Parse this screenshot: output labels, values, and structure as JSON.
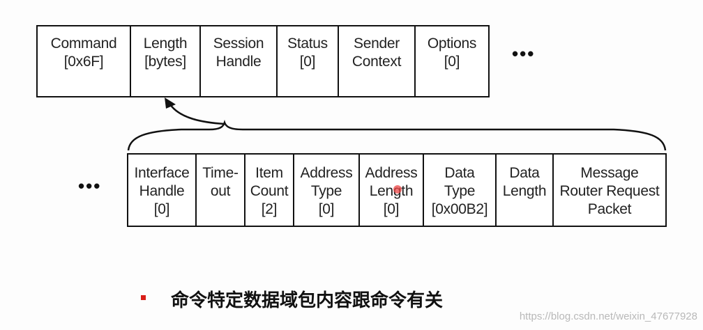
{
  "header_row": {
    "cells": [
      {
        "label": "Command\n[0x6F]"
      },
      {
        "label": "Length\n[bytes]"
      },
      {
        "label": "Session\nHandle"
      },
      {
        "label": "Status\n[0]"
      },
      {
        "label": "Sender\nContext"
      },
      {
        "label": "Options\n[0]"
      }
    ],
    "ellipsis": "•••"
  },
  "data_row": {
    "ellipsis": "•••",
    "cells": [
      {
        "label": "Interface\nHandle\n[0]"
      },
      {
        "label": "Time-\nout"
      },
      {
        "label": "Item\nCount\n[2]"
      },
      {
        "label": "Address\nType\n[0]"
      },
      {
        "label": "Address\nLength\n[0]"
      },
      {
        "label": "Data\nType\n[0x00B2]"
      },
      {
        "label": "Data\nLength"
      },
      {
        "label": "Message\nRouter Request\nPacket"
      }
    ]
  },
  "caption": {
    "bullet_color": "#d91e18",
    "text": "命令特定数据域包内容跟命令有关"
  },
  "watermark": "https://blog.csdn.net/weixin_47677928"
}
